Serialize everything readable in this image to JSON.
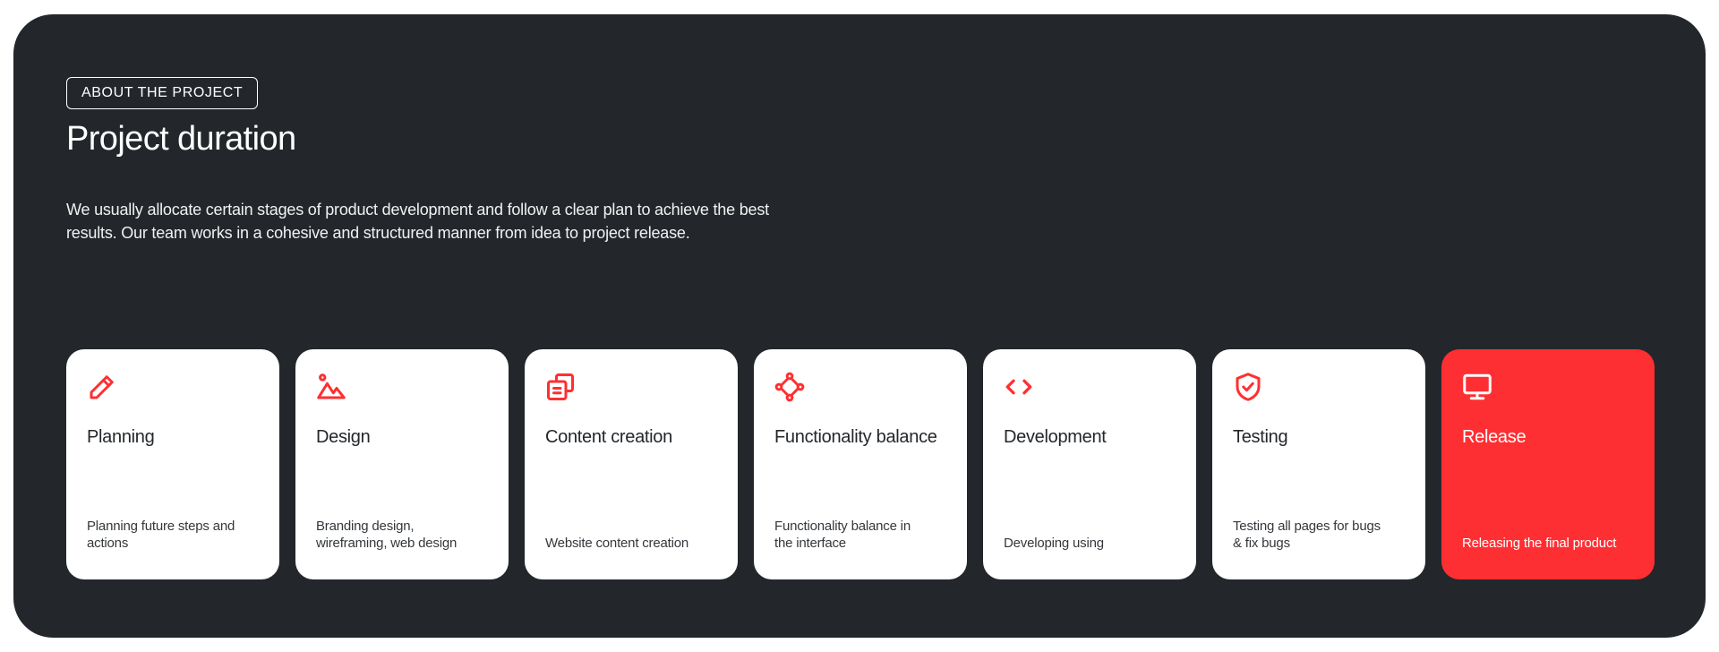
{
  "section": {
    "badge": "ABOUT THE PROJECT",
    "title": "Project duration",
    "description": "We usually allocate certain stages of product development and follow a clear plan to achieve the best results. Our team works in a cohesive and structured manner from idea to project release."
  },
  "colors": {
    "background": "#23272b",
    "card": "#ffffff",
    "accent": "#fe2f32",
    "text_dark": "#23272b"
  },
  "stages": [
    {
      "icon": "pencil-icon",
      "title": "Planning",
      "text": "Planning future steps and actions",
      "active": false
    },
    {
      "icon": "image-icon",
      "title": "Design",
      "text": "Branding design, wireframing, web design",
      "active": false
    },
    {
      "icon": "copy-icon",
      "title": "Content creation",
      "text": "Website content creation",
      "active": false
    },
    {
      "icon": "nodes-icon",
      "title": "Functionality balance",
      "text": "Functionality balance in the interface",
      "active": false
    },
    {
      "icon": "code-icon",
      "title": "Development",
      "text": "Developing using",
      "active": false
    },
    {
      "icon": "shield-check-icon",
      "title": "Testing",
      "text": "Testing all pages for bugs & fix bugs",
      "active": false
    },
    {
      "icon": "monitor-icon",
      "title": "Release",
      "text": "Releasing the final product",
      "active": true
    }
  ]
}
